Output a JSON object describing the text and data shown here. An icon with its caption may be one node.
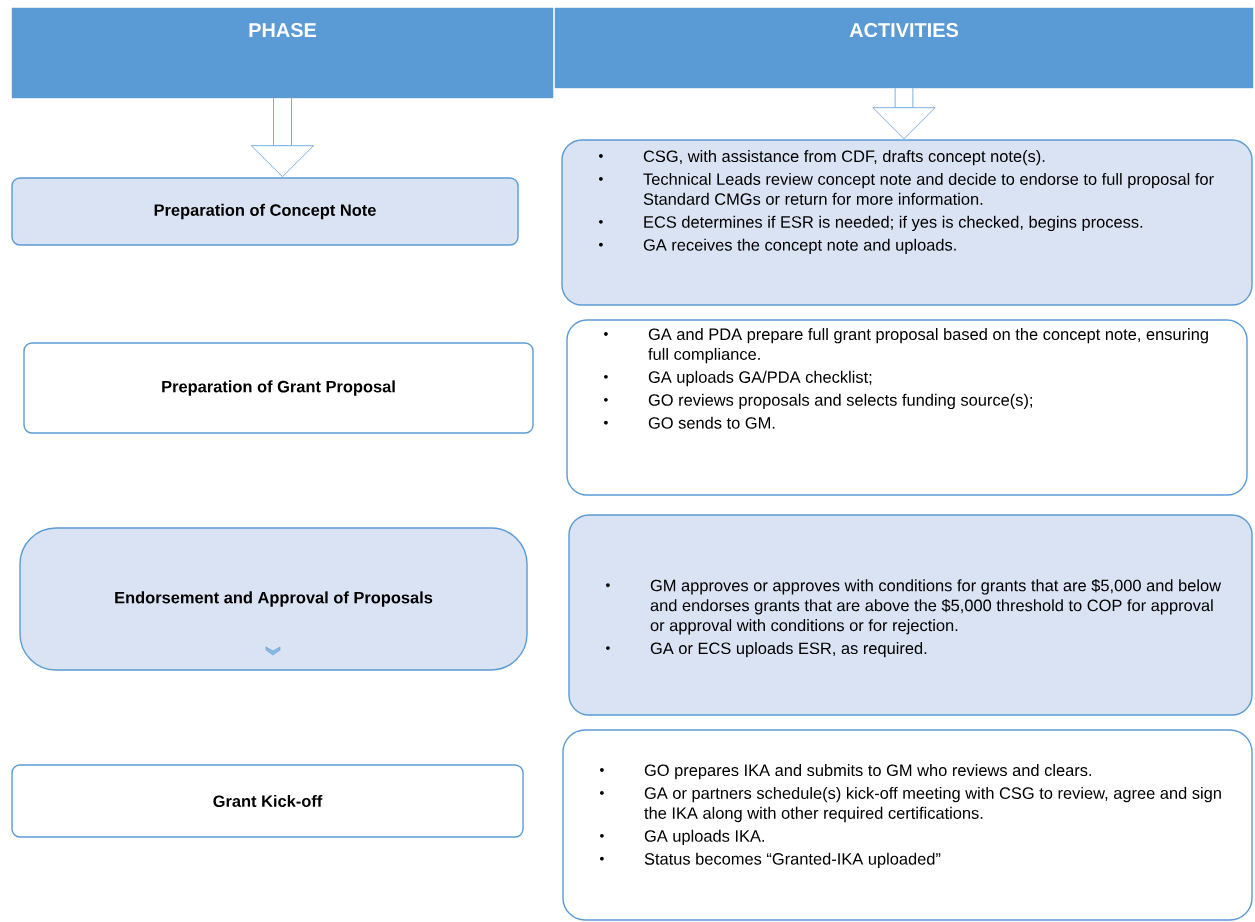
{
  "diagram": {
    "nodes": [
      {
        "text": [
          "PHASE"
        ]
      },
      {
        "text": [
          "ACTIVITIES"
        ]
      },
      {
        "text": [
          "Preparation of Concept Note"
        ]
      },
      {
        "text": [
          "CSG, with assistance from CDF, drafts concept note(s).",
          "Technical Leads review concept note and decide to endorse to full proposal for Standard CMGs or return for more information.",
          "ECS determines if ESR is needed; if yes is checked, begins process.",
          "GA receives the concept note and uploads."
        ]
      },
      {
        "text": [
          "Preparation of Grant Proposal"
        ]
      },
      {
        "text": [
          "GA and PDA prepare full grant proposal based on the concept note, ensuring full compliance.",
          "GA uploads GA/PDA checklist;",
          "GO reviews proposals and selects funding source(s);",
          "GO sends to GM."
        ]
      },
      {
        "text": [
          "Endorsement and Approval of Proposals"
        ]
      },
      {
        "text": [
          "GM approves or approves with conditions for grants that are $5,000 and below and endorses grants that are above the $5,000 threshold to COP for approval or approval with conditions or for rejection.",
          "GA or ECS uploads ESR, as required."
        ]
      },
      {
        "text": [
          "Grant Kick-off"
        ]
      },
      {
        "text": [
          "GO prepares IKA and submits to GM who reviews and clears.",
          "GA or partners schedule(s) kick-off meeting with CSG to review, agree and sign the IKA along with other required certifications.",
          "GA uploads IKA.",
          "Status becomes “Granted-IKA uploaded”"
        ]
      }
    ],
    "edges": [
      {
        "from": 0,
        "to": 2,
        "arrow": "to"
      },
      {
        "from": 1,
        "to": 3,
        "arrow": "to"
      }
    ]
  }
}
